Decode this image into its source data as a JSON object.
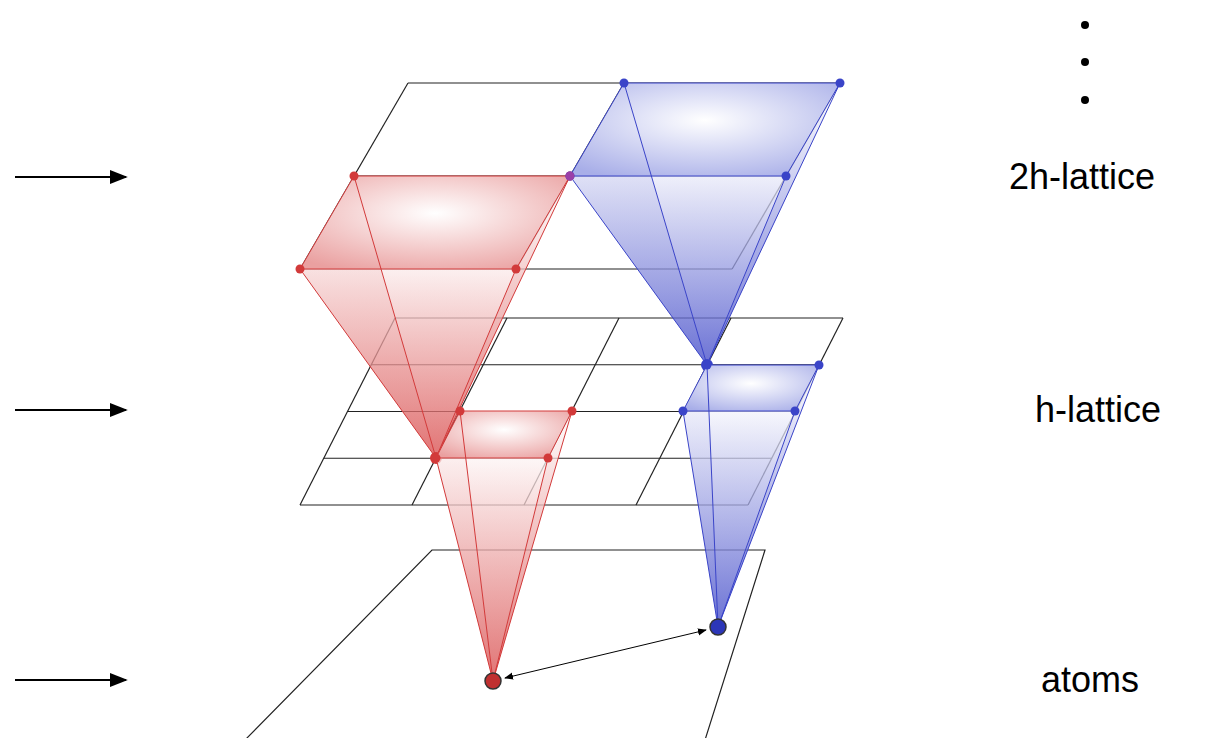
{
  "diagram": {
    "labels": [
      "2h-lattice",
      "h-lattice",
      "atoms"
    ]
  }
}
